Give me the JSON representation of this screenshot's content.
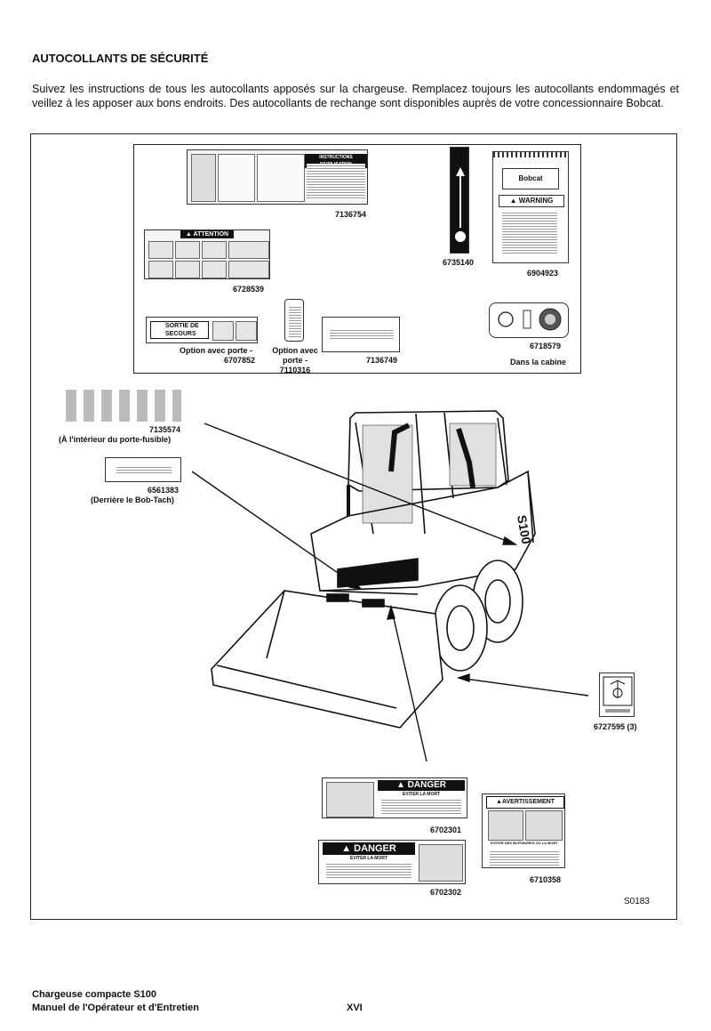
{
  "title": "AUTOCOLLANTS DE SÉCURITÉ",
  "intro": "Suivez les instructions de tous les autocollants apposés sur la chargeuse. Remplacez toujours les autocollants endommagés et veillez à les apposer aux bons endroits. Des autocollants de rechange sont disponibles auprès de votre concessionnaire Bobcat.",
  "decals": {
    "d7136754": "7136754",
    "d6735140": "6735140",
    "d6904923": "6904923",
    "d6728539": "6728539",
    "d6707852_label": "Option avec porte -",
    "d6707852": "6707852",
    "d7110316_label1": "Option avec",
    "d7110316_label2": "porte -",
    "d7110316": "7110316",
    "d7136749": "7136749",
    "d6718579": "6718579",
    "d6718579_note": "Dans la cabine",
    "d7135574": "7135574",
    "d7135574_note": "(À l'intérieur du porte-fusible)",
    "d6561383": "6561383",
    "d6561383_note": "(Derrière le Bob-Tach)",
    "d6727595": "6727595 (3)",
    "d6702301": "6702301",
    "d6702302": "6702302",
    "d6710358": "6710358"
  },
  "decal_text": {
    "attention": "▲ ATTENTION",
    "warning": "▲ WARNING",
    "bobcat": "Bobcat",
    "sortie": "SORTIE DE SECOURS",
    "danger1": "▲ DANGER",
    "danger1_sub": "EVITER LA MORT",
    "danger2": "▲ DANGER",
    "danger2_sub": "EVITER LA MORT",
    "avertissement": "▲AVERTISSEMENT",
    "avert_sub": "EVITER DES BLESSURES OU LA MORT",
    "instructions": "INSTRUCTIONS D'UTILISATION",
    "loader_model": "S100"
  },
  "figure_code": "S0183",
  "footer": {
    "line1": "Chargeuse compacte S100",
    "line2": "Manuel de l'Opérateur et d'Entretien",
    "page": "XVI"
  },
  "colors": {
    "ink": "#111111",
    "decal_bg": "#f4f4f4"
  }
}
